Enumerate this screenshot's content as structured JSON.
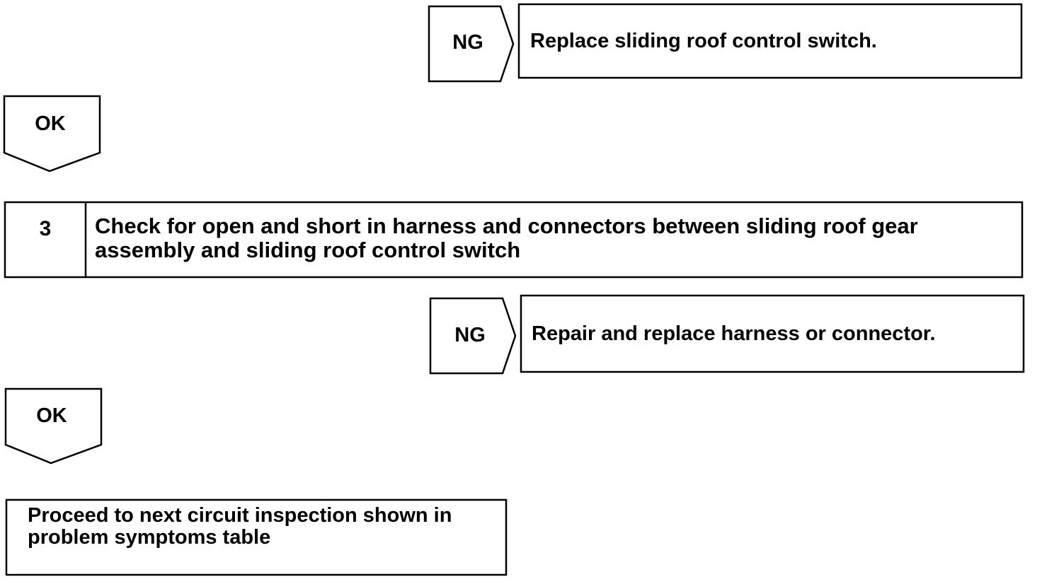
{
  "flowchart": {
    "ng_branch_1": {
      "label": "NG",
      "action": "Replace sliding roof control switch."
    },
    "ok_1": {
      "label": "OK"
    },
    "step_3": {
      "number": "3",
      "line1": "Check for open and short in harness and connectors between sliding roof gear",
      "line2": "assembly and sliding roof control switch"
    },
    "ng_branch_2": {
      "label": "NG",
      "action": "Repair and replace harness or connector."
    },
    "ok_2": {
      "label": "OK"
    },
    "final_step": {
      "line1": "Proceed to next circuit inspection shown in",
      "line2": "problem symptoms table"
    }
  }
}
